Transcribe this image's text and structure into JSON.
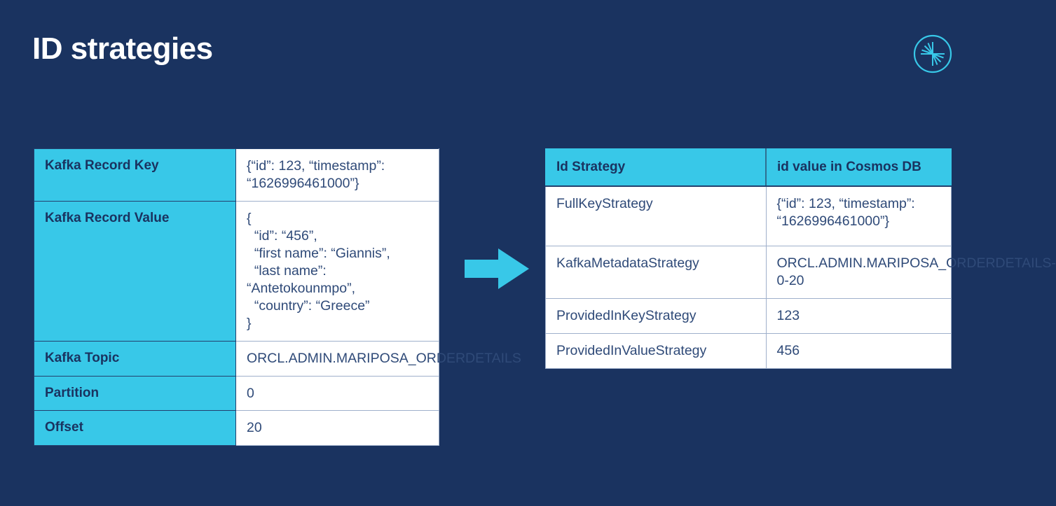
{
  "slide": {
    "title": "ID strategies",
    "background_color": "#1a3360",
    "accent_color": "#38c8e8",
    "text_color": "#ffffff",
    "value_text_color": "#2f4a78"
  },
  "logo": {
    "name": "confluent-logo",
    "color": "#38c8e8"
  },
  "arrow": {
    "name": "right-arrow",
    "color": "#38c8e8",
    "direction": "right"
  },
  "left_table": {
    "name": "kafka-record-table",
    "rows": [
      {
        "key": "Kafka Record Key",
        "value": "{“id”: 123, “timestamp”: “1626996461000”}"
      },
      {
        "key": "Kafka Record Value",
        "value": "{\n  “id”: “456”,\n  “first name”: “Giannis”,\n  “last name”: “Antetokounmpo”,\n  “country”: “Greece”\n}"
      },
      {
        "key": "Kafka Topic",
        "value": "ORCL.ADMIN.MARIPOSA_ORDERDETAILS"
      },
      {
        "key": "Partition",
        "value": "0"
      },
      {
        "key": "Offset",
        "value": "20"
      }
    ]
  },
  "right_table": {
    "name": "id-strategy-table",
    "headers": [
      "Id Strategy",
      "id value in Cosmos DB"
    ],
    "rows": [
      {
        "strategy": "FullKeyStrategy",
        "id_value": "{“id”: 123, “timestamp”: “1626996461000”}"
      },
      {
        "strategy": "KafkaMetadataStrategy",
        "id_value": "ORCL.ADMIN.MARIPOSA_ORDERDETAILS-0-20"
      },
      {
        "strategy": "ProvidedInKeyStrategy",
        "id_value": "123"
      },
      {
        "strategy": "ProvidedInValueStrategy",
        "id_value": "456"
      }
    ]
  }
}
